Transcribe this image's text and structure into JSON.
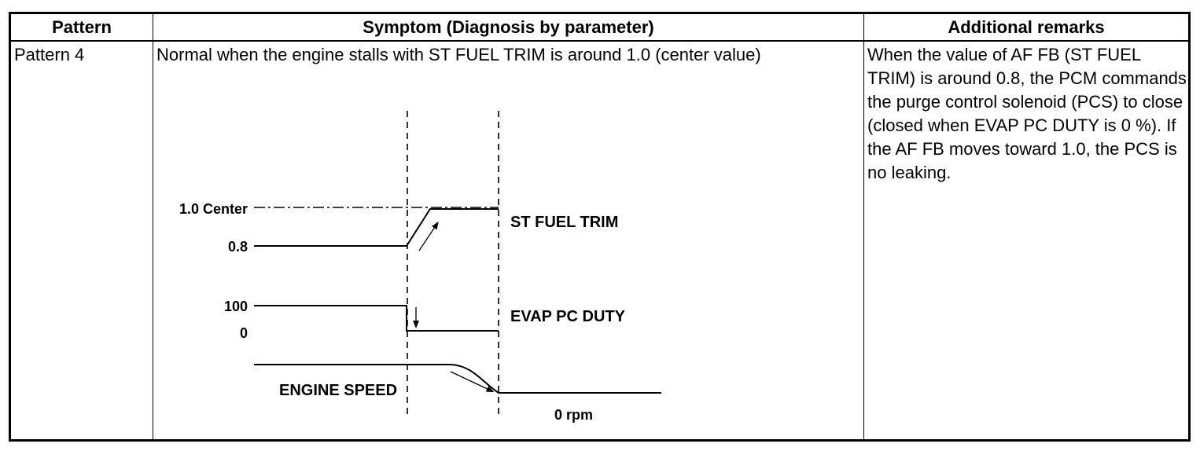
{
  "table": {
    "headers": {
      "pattern": "Pattern",
      "symptom": "Symptom (Diagnosis by parameter)",
      "remarks": "Additional remarks"
    },
    "row": {
      "pattern": "Pattern 4",
      "symptom": "Normal when the engine stalls with ST FUEL TRIM is around 1.0 (center value)",
      "remarks": "When the value of AF FB (ST FUEL TRIM) is around 0.8, the PCM commands the purge control solenoid (PCS) to close (closed when EVAP PC DUTY is 0 %). If the AF FB moves toward 1.0, the PCS is no leaking."
    }
  },
  "graph": {
    "labels": {
      "center": "1.0 Center",
      "low_trim": "0.8",
      "duty_high": "100",
      "duty_low": "0",
      "st_fuel_trim": "ST FUEL TRIM",
      "evap_pc_duty": "EVAP PC DUTY",
      "engine_speed": "ENGINE SPEED",
      "zero_rpm": "0 rpm"
    }
  }
}
